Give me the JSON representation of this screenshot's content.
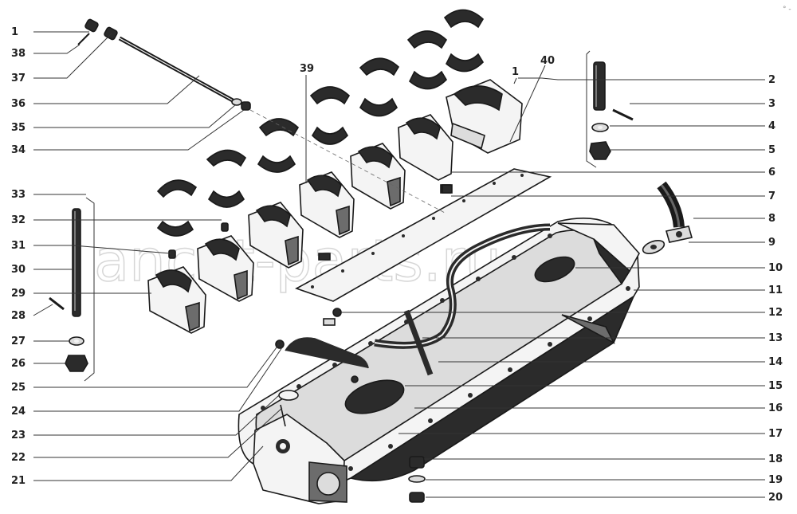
{
  "diagram": {
    "colors": {
      "ink": "#1a1a1a",
      "paper": "#ffffff",
      "watermark": "#c9c9c9"
    },
    "watermark": "ancat-parts.ru",
    "corner_mark": "° -",
    "callouts": {
      "left": [
        "1",
        "38",
        "37",
        "36",
        "35",
        "34",
        "33",
        "32",
        "31",
        "30",
        "29",
        "28",
        "27",
        "26",
        "25",
        "24",
        "23",
        "22",
        "21"
      ],
      "right": [
        "2",
        "3",
        "4",
        "5",
        "6",
        "7",
        "8",
        "9",
        "10",
        "11",
        "12",
        "13",
        "14",
        "15",
        "16",
        "17",
        "18",
        "19",
        "20"
      ],
      "top": [
        "39",
        "40",
        "1"
      ]
    }
  }
}
